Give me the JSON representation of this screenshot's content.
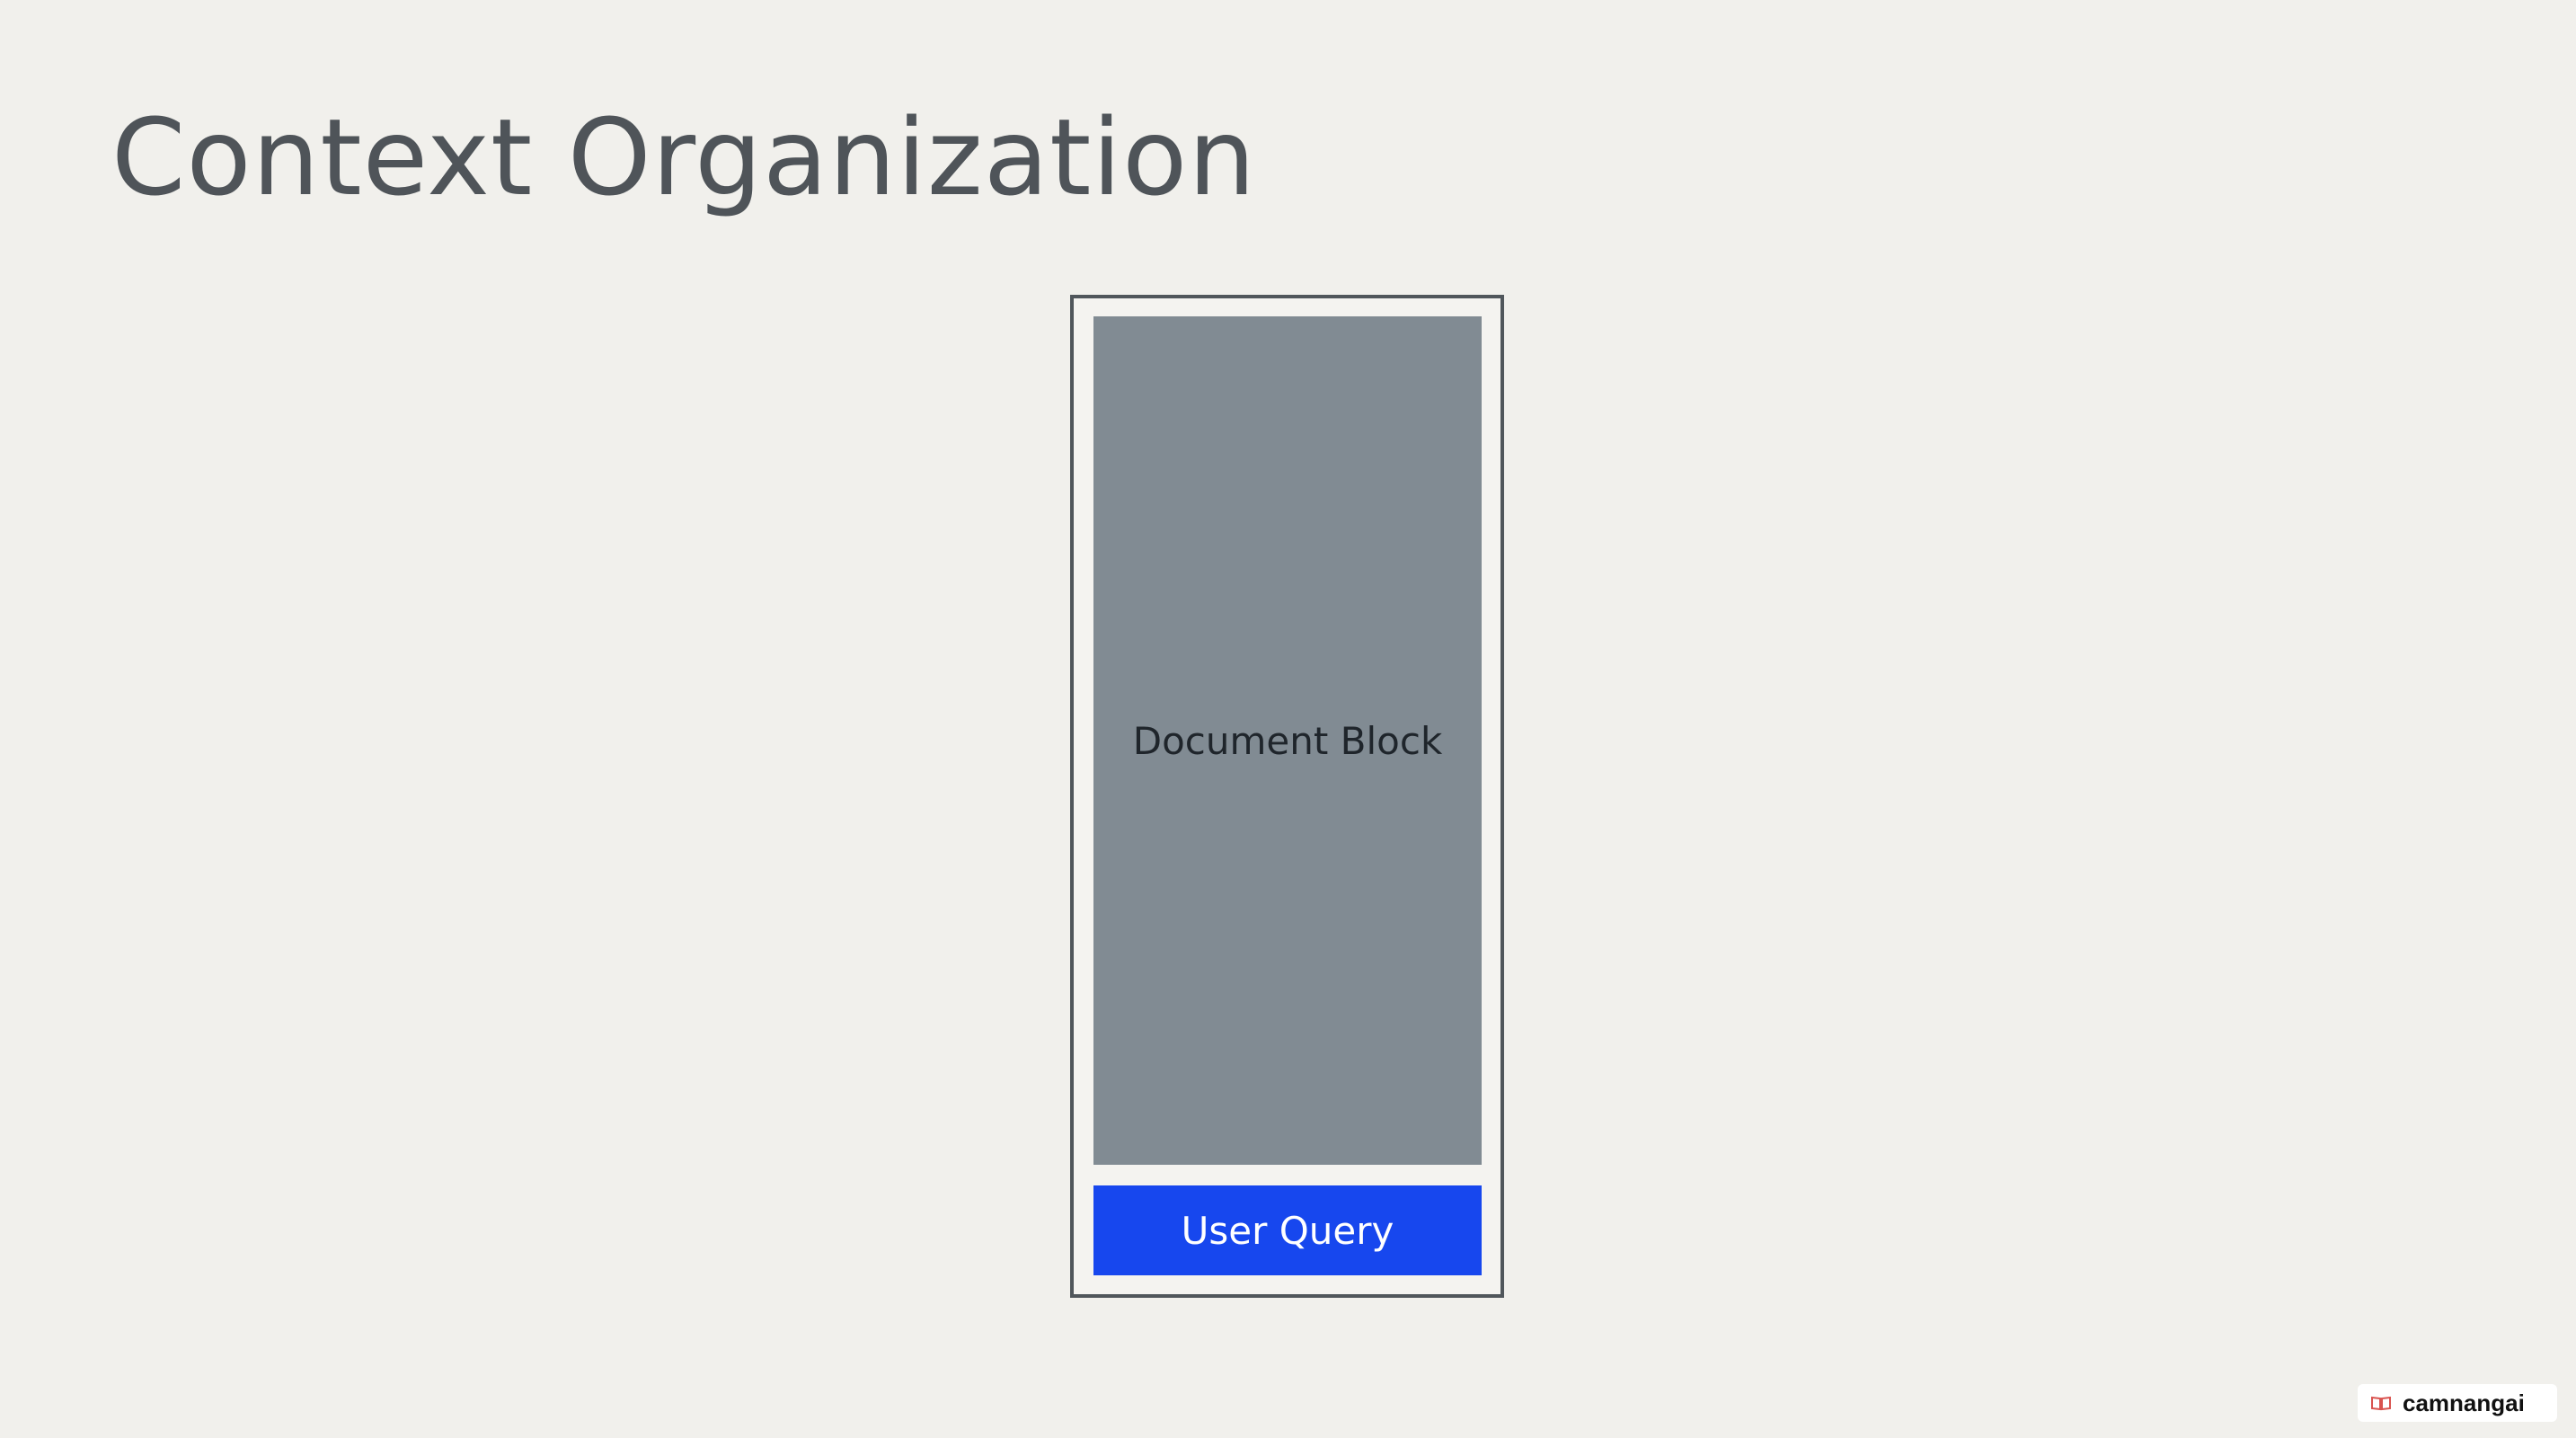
{
  "slide": {
    "title": "Context Organization"
  },
  "diagram": {
    "document_block_label": "Document Block",
    "user_query_label": "User Query"
  },
  "watermark": {
    "icon": "book-icon",
    "label": "camnangai"
  },
  "colors": {
    "background": "#f1f0ec",
    "title_text": "#4f5459",
    "frame_border": "#50565b",
    "document_block": "#818b93",
    "user_query_block": "#1747ee"
  }
}
